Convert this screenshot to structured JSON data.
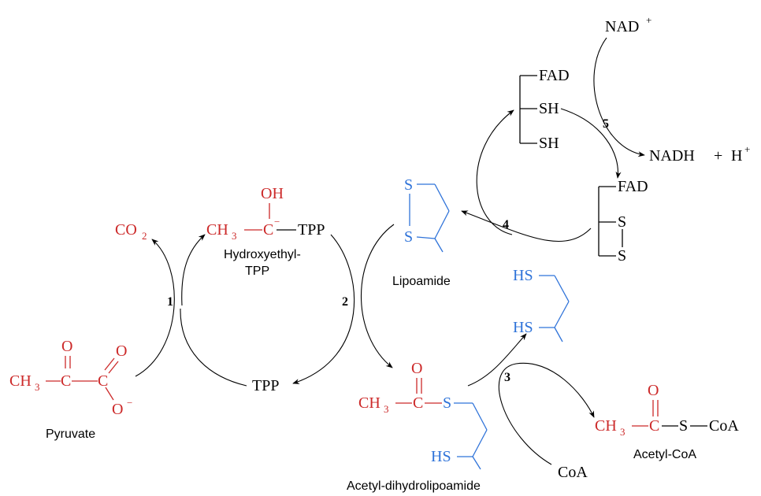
{
  "colors": {
    "acetyl": "#cc2929",
    "lipoyl": "#2f73d9",
    "text": "#000000"
  },
  "molecules": {
    "pyruvate": {
      "name": "Pyruvate",
      "ch3": "CH",
      "sub3": "3",
      "c1": "C",
      "c2": "C",
      "o1": "O",
      "o2": "O",
      "ominus": "O",
      "minus": "−"
    },
    "co2": {
      "co": "CO",
      "sub": "2"
    },
    "hydroxyethyl_tpp": {
      "name_line1": "Hydroxyethyl-",
      "name_line2": "TPP",
      "oh": "OH",
      "ch3": "CH",
      "sub3": "3",
      "c": "C",
      "minus": "−",
      "tpp": "TPP"
    },
    "tpp": {
      "label": "TPP"
    },
    "lipoamide": {
      "name": "Lipoamide",
      "s1": "S",
      "s2": "S"
    },
    "acetyl_dihydrolipoamide": {
      "name": "Acetyl-dihydrolipoamide",
      "ch3": "CH",
      "sub3": "3",
      "c": "C",
      "o": "O",
      "s": "S",
      "hs": "HS"
    },
    "dihydrolipoamide": {
      "hs1": "HS",
      "hs2": "HS"
    },
    "coa": {
      "label": "CoA"
    },
    "acetyl_coa": {
      "name": "Acetyl-CoA",
      "ch3": "CH",
      "sub3": "3",
      "c": "C",
      "o": "O",
      "s": "S",
      "coa": "CoA"
    },
    "fad_reduced": {
      "fad": "FAD",
      "sh1": "SH",
      "sh2": "SH"
    },
    "fad_oxidized": {
      "fad": "FAD",
      "s1": "S",
      "s2": "S"
    },
    "nad": {
      "nad": "NAD",
      "plus": "+"
    },
    "nadh": {
      "nadh": "NADH",
      "plus_sign": "+",
      "h": "H",
      "hplus": "+"
    }
  },
  "steps": [
    "1",
    "2",
    "3",
    "4",
    "5"
  ]
}
